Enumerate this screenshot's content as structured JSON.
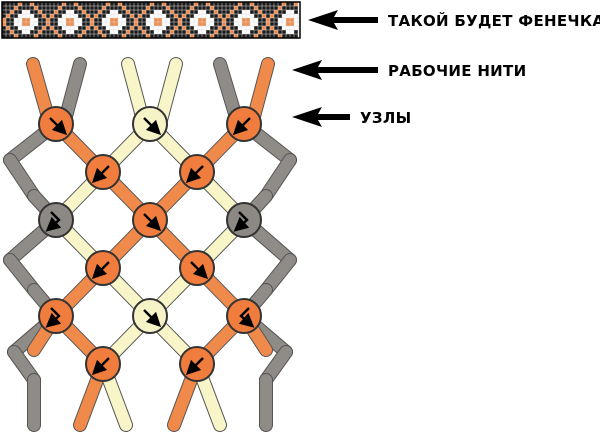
{
  "labels": {
    "bracelet": "ТАКОЙ БУДЕТ ФЕНЕЧКА",
    "working_threads": "РАБОЧИЕ НИТИ",
    "knots": "УЗЛЫ"
  },
  "colors": {
    "orange": "#f08a4b",
    "cream": "#f8f5c8",
    "gray": "#8f8c88",
    "black": "#1a1a1a",
    "knot_orange": "#f07c3e",
    "knot_cream": "#f6f3c6",
    "knot_gray": "#8c8985"
  },
  "threads": [
    "gray",
    "orange",
    "gray",
    "cream",
    "cream",
    "gray",
    "orange",
    "gray"
  ],
  "knots": [
    {
      "row": 1,
      "col": 1,
      "color": "orange",
      "arrow": "forward"
    },
    {
      "row": 1,
      "col": 3,
      "color": "cream",
      "arrow": "forward"
    },
    {
      "row": 1,
      "col": 5,
      "color": "orange",
      "arrow": "backward"
    },
    {
      "row": 2,
      "col": 2,
      "color": "orange",
      "arrow": "backward"
    },
    {
      "row": 2,
      "col": 4,
      "color": "orange",
      "arrow": "backward"
    },
    {
      "row": 3,
      "col": 1,
      "color": "gray",
      "arrow": "forward-backward"
    },
    {
      "row": 3,
      "col": 3,
      "color": "orange",
      "arrow": "forward"
    },
    {
      "row": 3,
      "col": 5,
      "color": "gray",
      "arrow": "forward-backward"
    },
    {
      "row": 4,
      "col": 2,
      "color": "orange",
      "arrow": "backward"
    },
    {
      "row": 4,
      "col": 4,
      "color": "orange",
      "arrow": "forward"
    },
    {
      "row": 5,
      "col": 1,
      "color": "orange",
      "arrow": "forward-backward"
    },
    {
      "row": 5,
      "col": 3,
      "color": "cream",
      "arrow": "forward"
    },
    {
      "row": 5,
      "col": 5,
      "color": "orange",
      "arrow": "backward-forward"
    },
    {
      "row": 6,
      "col": 2,
      "color": "orange",
      "arrow": "backward"
    },
    {
      "row": 6,
      "col": 4,
      "color": "orange",
      "arrow": "backward"
    }
  ],
  "bracelet_pattern": [
    "orange",
    "black",
    "white",
    "black",
    "orange"
  ]
}
